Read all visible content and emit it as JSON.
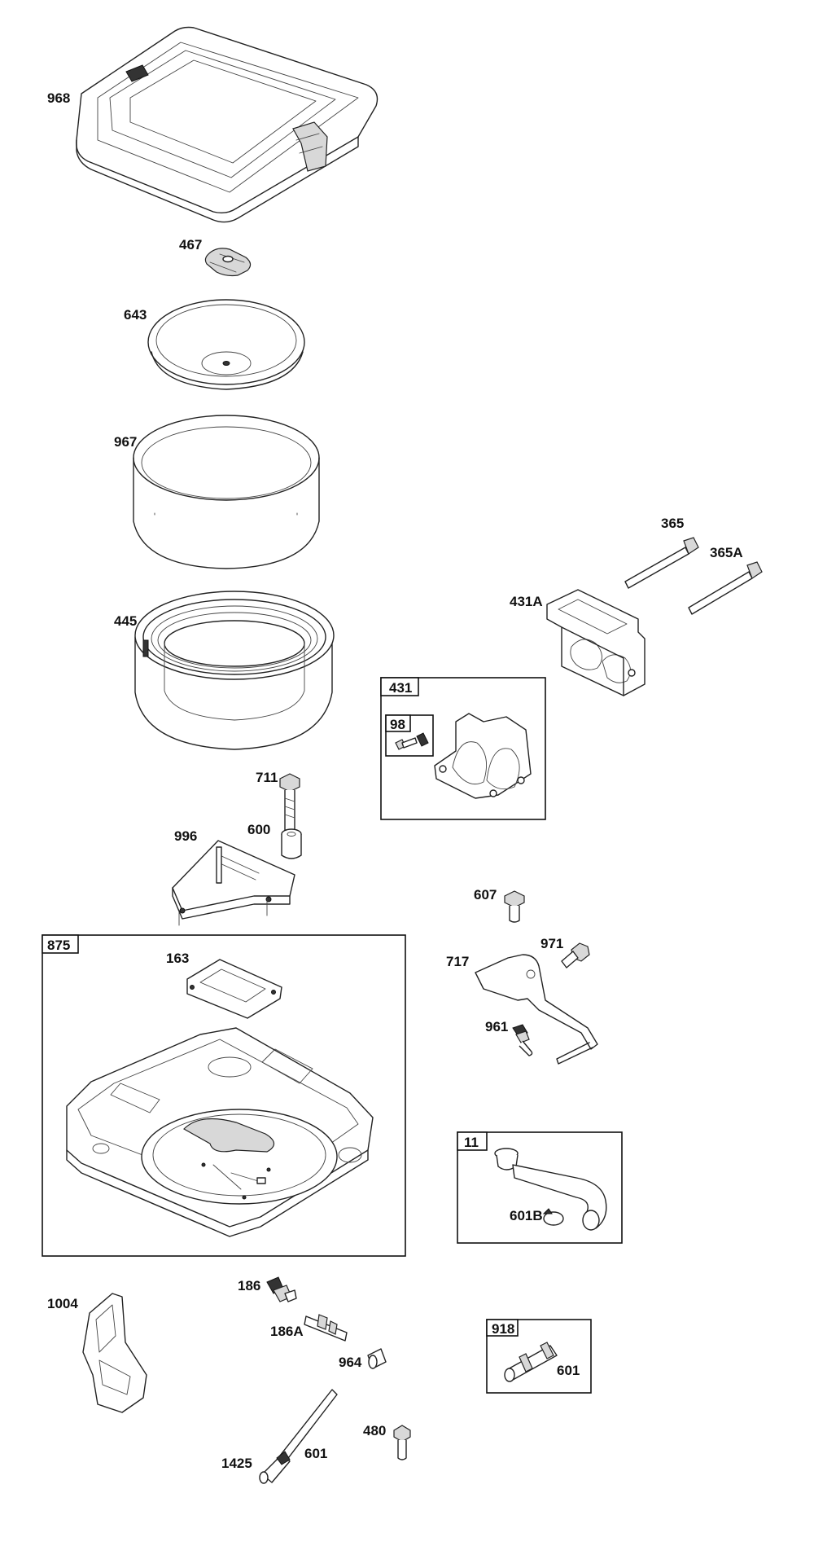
{
  "labels": {
    "p968": "968",
    "p467": "467",
    "p643": "643",
    "p967": "967",
    "p445": "445",
    "p711": "711",
    "p600": "600",
    "p996": "996",
    "p365": "365",
    "p365a": "365A",
    "p431a": "431A",
    "p431": "431",
    "p98": "98",
    "p607": "607",
    "p971": "971",
    "p717": "717",
    "p961": "961",
    "p875": "875",
    "p163": "163",
    "p11": "11",
    "p601b": "601B",
    "p1004": "1004",
    "p186": "186",
    "p186a": "186A",
    "p964": "964",
    "p918": "918",
    "p601_kit": "601",
    "p480": "480",
    "p1425": "1425",
    "p601": "601"
  }
}
